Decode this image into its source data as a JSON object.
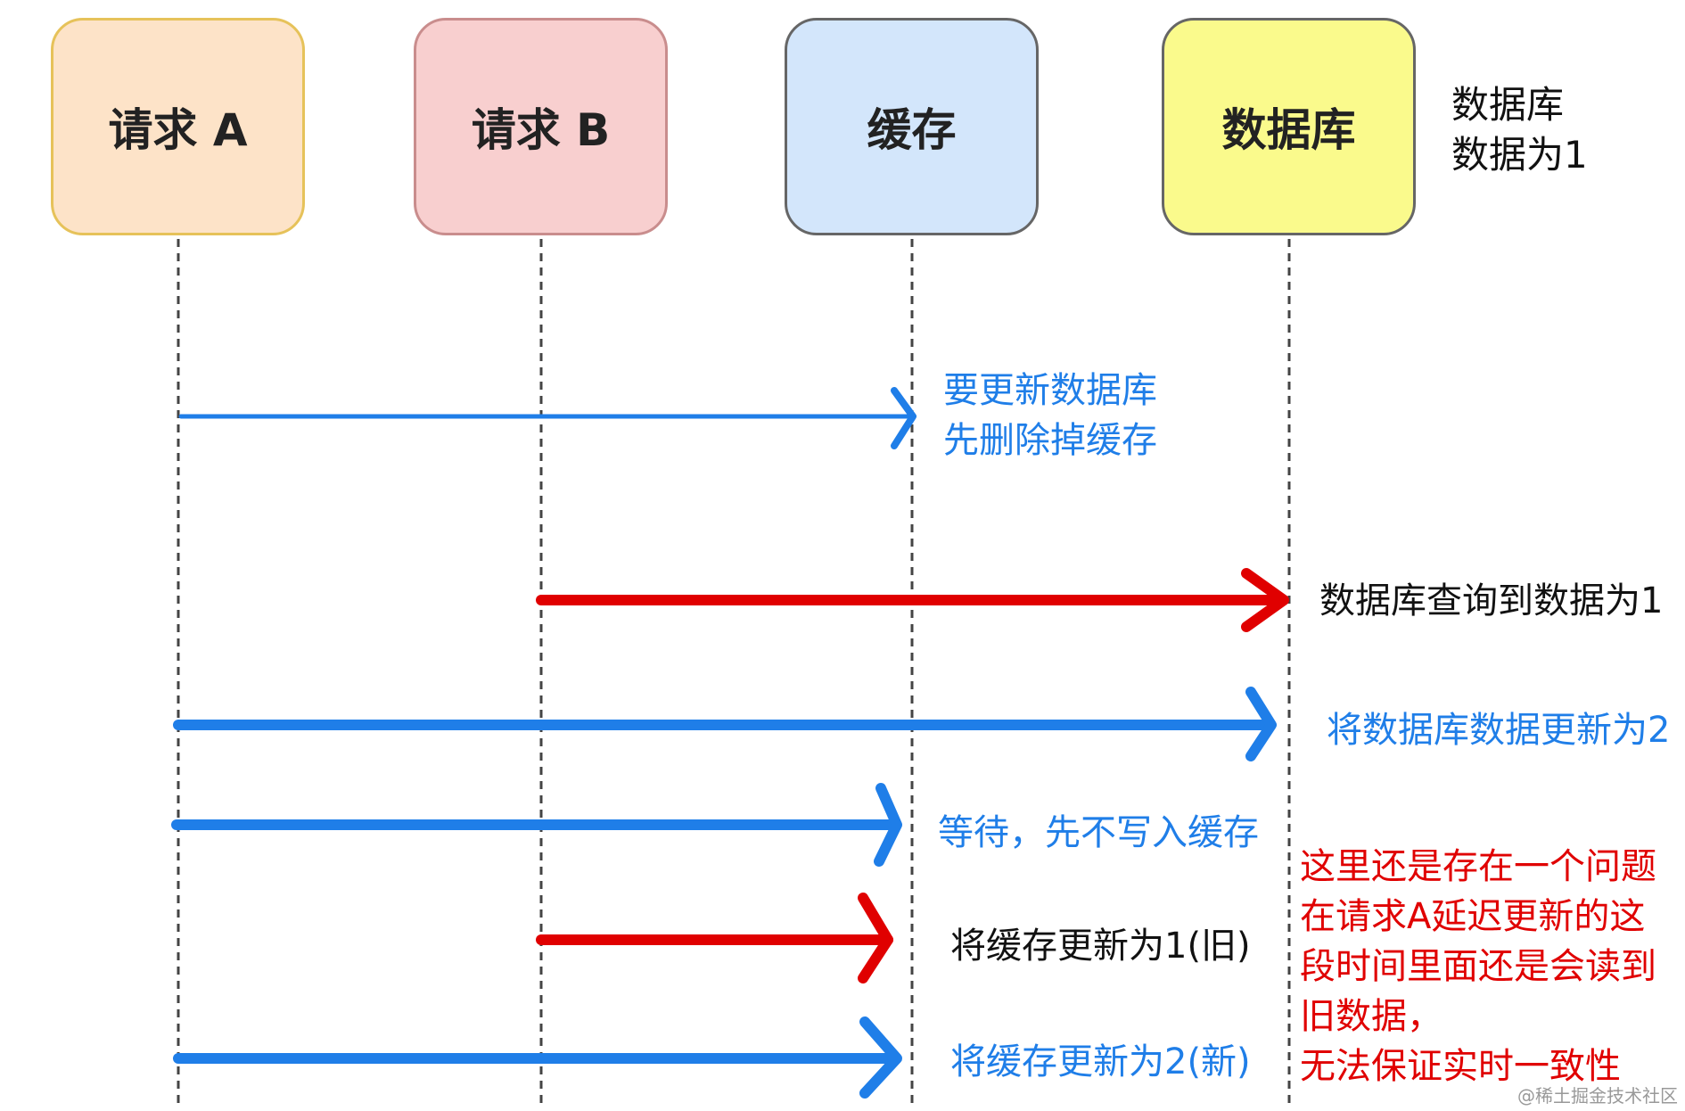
{
  "participants": [
    {
      "id": "req-a",
      "label": "请求 A",
      "fill": "#fde3c8",
      "border": "#e6c25a"
    },
    {
      "id": "req-b",
      "label": "请求 B",
      "fill": "#f8cfcf",
      "border": "#c98d8d"
    },
    {
      "id": "cache",
      "label": "缓存",
      "fill": "#d3e6fb",
      "border": "#666666"
    },
    {
      "id": "db",
      "label": "数据库",
      "fill": "#fafa8c",
      "border": "#666666"
    }
  ],
  "db_note": {
    "line1": "数据库",
    "line2": "数据为1"
  },
  "messages": [
    {
      "from": "req-a",
      "to": "cache",
      "color": "#1f7ee8",
      "thin": true,
      "line1": "要更新数据库",
      "line2": "先删除掉缓存"
    },
    {
      "from": "req-b",
      "to": "db",
      "color": "#e00000",
      "thin": false,
      "line1": "数据库查询到数据为1"
    },
    {
      "from": "req-a",
      "to": "db",
      "color": "#1f7ee8",
      "thin": false,
      "line1": "将数据库数据更新为2"
    },
    {
      "from": "req-a",
      "to": "cache",
      "color": "#1f7ee8",
      "thin": false,
      "line1": "等待，先不写入缓存"
    },
    {
      "from": "req-b",
      "to": "cache",
      "color": "#e00000",
      "thin": false,
      "line1": "将缓存更新为1(旧)"
    },
    {
      "from": "req-a",
      "to": "cache",
      "color": "#1f7ee8",
      "thin": false,
      "line1": "将缓存更新为2(新)"
    }
  ],
  "problem_note": [
    "这里还是存在一个问题",
    "在请求A延迟更新的这",
    "段时间里面还是会读到",
    "旧数据，",
    "无法保证实时一致性"
  ],
  "watermark": "@稀土掘金技术社区",
  "colors": {
    "blue": "#1f7ee8",
    "red": "#e00000"
  }
}
